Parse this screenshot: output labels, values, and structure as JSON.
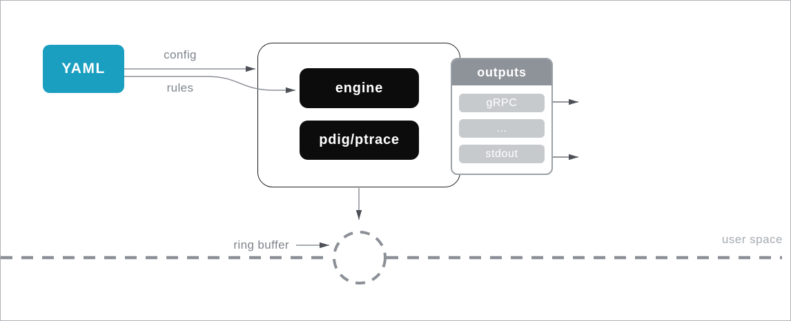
{
  "diagram": {
    "yaml_box": {
      "label": "YAML"
    },
    "edges": {
      "config_label": "config",
      "rules_label": "rules"
    },
    "engine_box": {
      "label": "engine"
    },
    "pdig_box": {
      "label": "pdig/ptrace"
    },
    "outputs_panel": {
      "title": "outputs",
      "items": [
        {
          "label": "gRPC"
        },
        {
          "label": "..."
        },
        {
          "label": "stdout"
        }
      ]
    },
    "ring_buffer": {
      "label": "ring buffer"
    },
    "boundary": {
      "label": "user space"
    },
    "colors": {
      "yaml_teal": "#1b9fc1",
      "black_box": "#0c0c0c",
      "panel_header_gray": "#8e939a",
      "panel_item_gray": "#c7cacd",
      "line_gray": "#8b8f96",
      "arrowhead_gray": "#4d5056",
      "label_gray": "#7e838a",
      "light_label_gray": "#a6aab0"
    }
  }
}
